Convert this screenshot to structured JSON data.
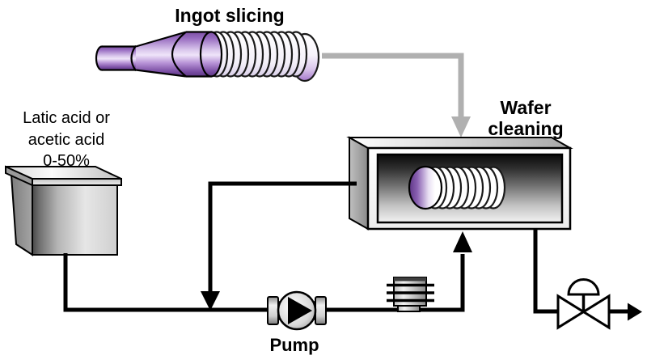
{
  "labels": {
    "ingot_slicing": "Ingot slicing",
    "wafer_cleaning_line1": "Wafer",
    "wafer_cleaning_line2": "cleaning",
    "tank_line1": "Latic acid or",
    "tank_line2": "acetic acid",
    "tank_line3": "0-50%",
    "pump": "Pump"
  },
  "components": [
    {
      "id": "silicon-ingot",
      "type": "ingot-with-sliced-wafers",
      "label": "Ingot slicing"
    },
    {
      "id": "acid-tank",
      "type": "supply-tank",
      "label": "Latic acid or acetic acid 0-50%"
    },
    {
      "id": "pump",
      "type": "centrifugal-pump",
      "label": "Pump"
    },
    {
      "id": "inline-filter",
      "type": "filter-heater-unit",
      "label": ""
    },
    {
      "id": "wafer-cleaning-bath",
      "type": "cleaning-tank-with-wafers",
      "label": "Wafer cleaning"
    },
    {
      "id": "outlet-valve",
      "type": "diaphragm-control-valve",
      "label": ""
    }
  ],
  "flows": [
    {
      "from": "silicon-ingot",
      "to": "wafer-cleaning-bath",
      "style": "gray-arrow"
    },
    {
      "from": "acid-tank",
      "to": "supply-line",
      "style": "black-pipe"
    },
    {
      "from": "wafer-cleaning-bath",
      "to": "supply-line-junction",
      "style": "black-pipe-arrow-down"
    },
    {
      "from": "pump",
      "to": "inline-filter",
      "style": "black-pipe"
    },
    {
      "from": "inline-filter",
      "to": "wafer-cleaning-bath",
      "style": "black-pipe-arrow-up"
    },
    {
      "from": "wafer-cleaning-bath",
      "to": "outlet-valve",
      "style": "black-pipe"
    },
    {
      "from": "outlet-valve",
      "to": "drain-out",
      "style": "black-pipe-arrow-right"
    }
  ],
  "colors": {
    "ingot_purple_dark": "#5d3585",
    "ingot_purple_light": "#efe4f9",
    "transfer_arrow_gray": "#b0b0b0",
    "pipe_black": "#000000",
    "background": "#ffffff"
  }
}
